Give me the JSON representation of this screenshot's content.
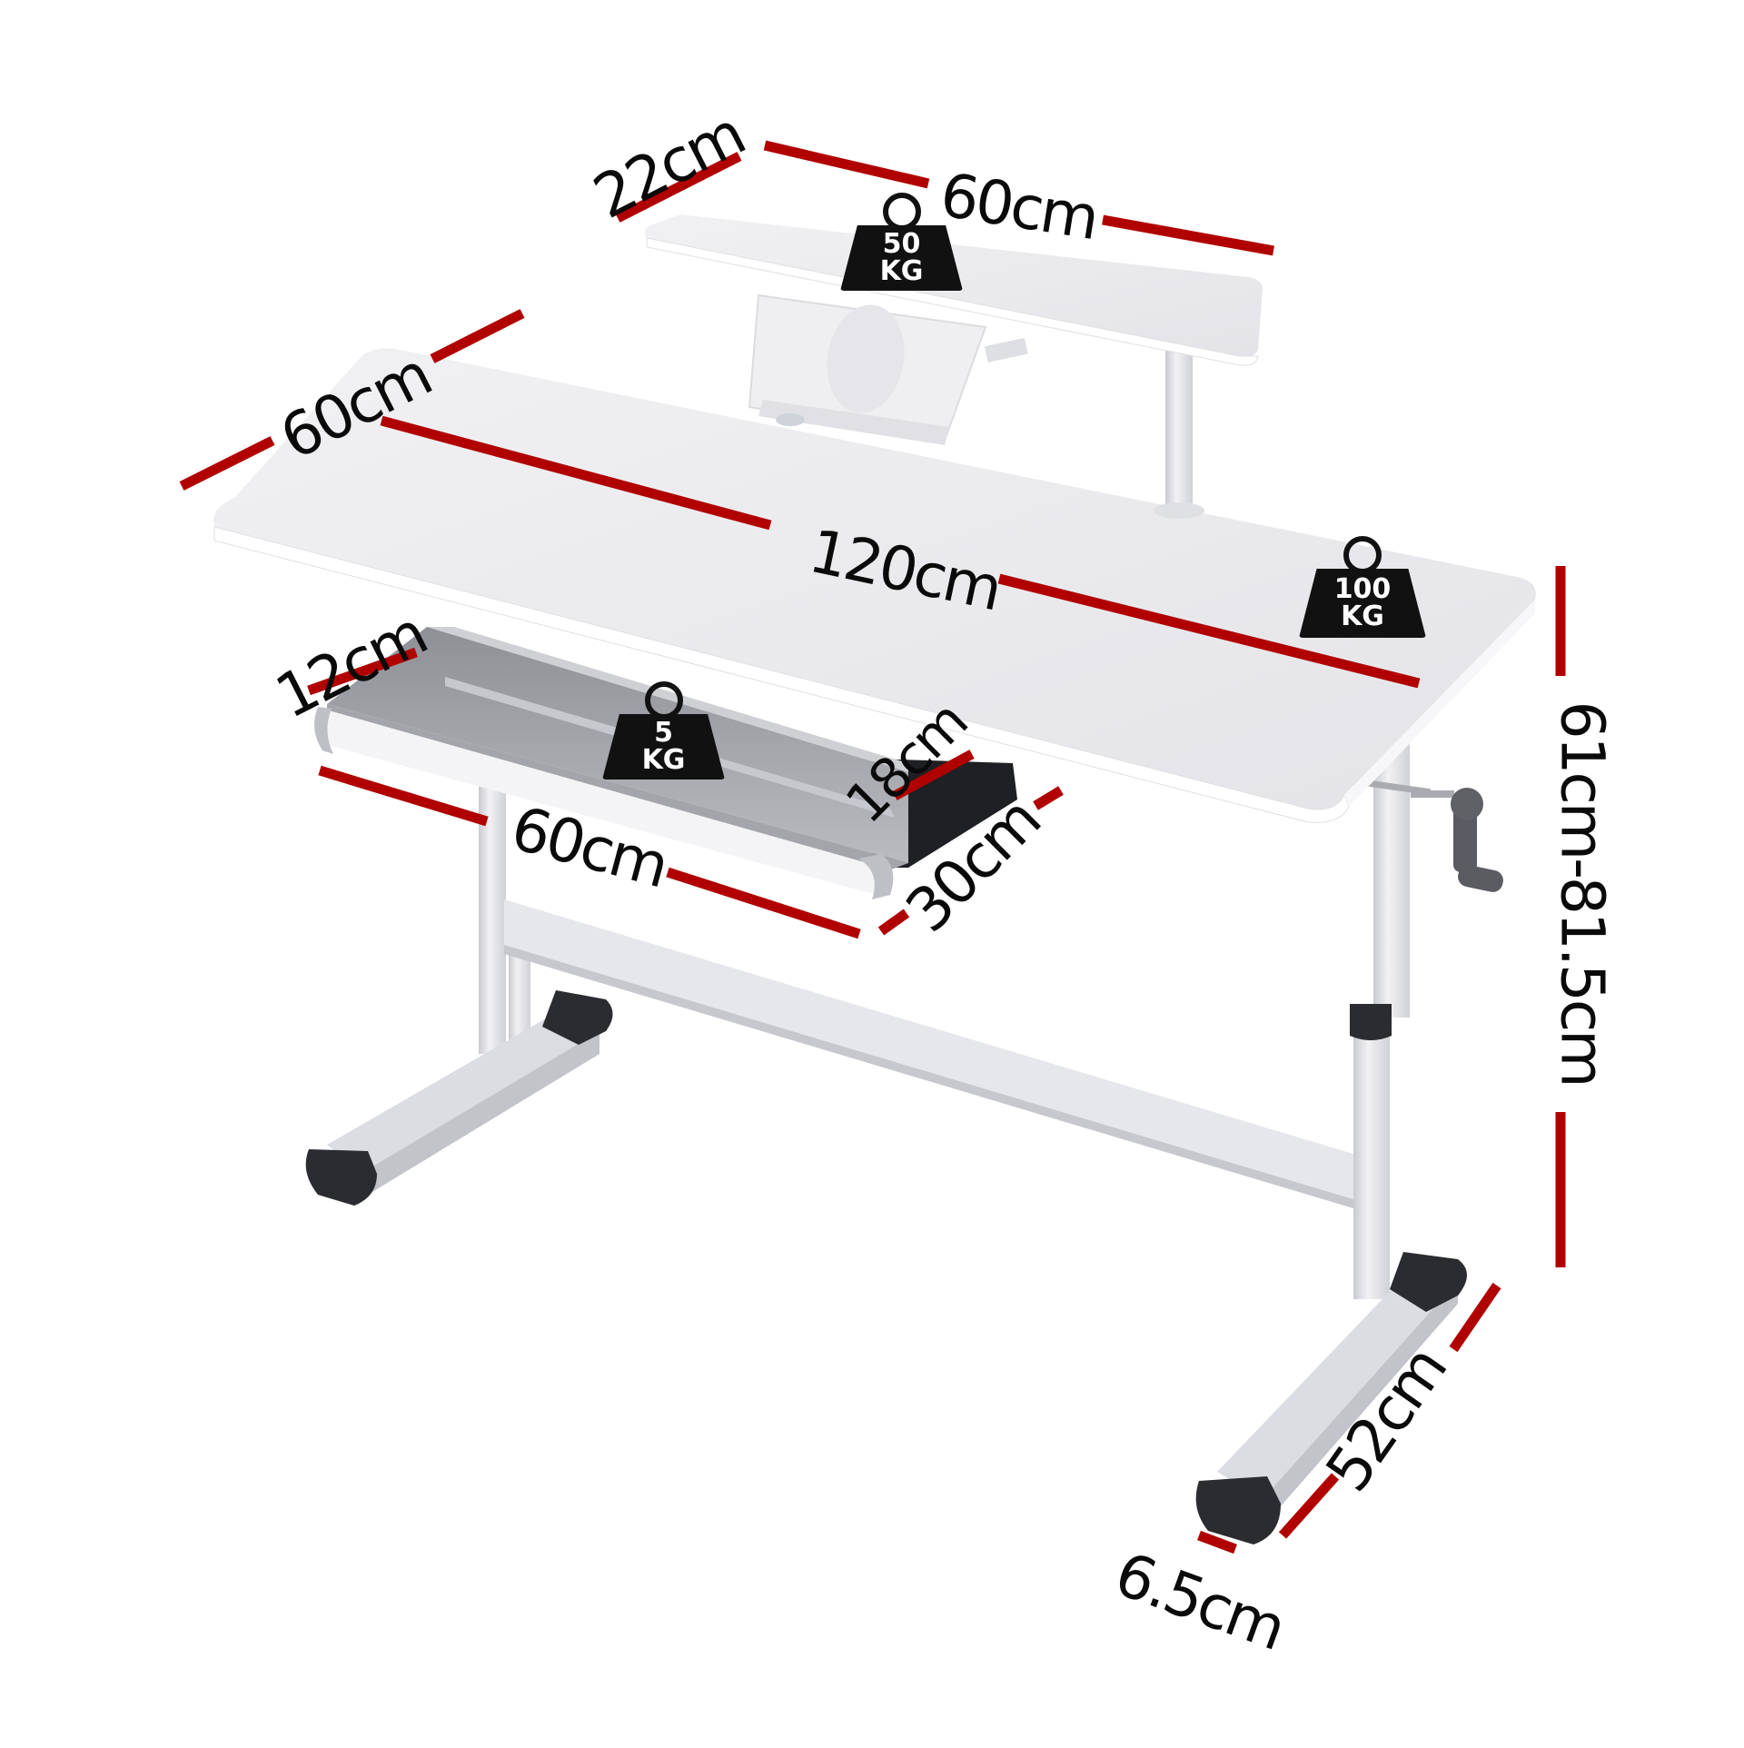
{
  "product": "White height-adjustable desk with monitor shelf, tablet holder and drawer",
  "colors": {
    "dimension_line": "#b00000",
    "text": "#0a0a0a",
    "surface": "#e9e9ec",
    "frame": "#dedfe3",
    "rubber": "#2b2c30",
    "weight_icon": "#111111"
  },
  "dimensions": {
    "shelf_depth": "22cm",
    "shelf_width": "60cm",
    "desk_depth": "60cm",
    "desk_width": "120cm",
    "drawer_height": "12cm",
    "drawer_inner": "18cm",
    "drawer_width": "60cm",
    "drawer_depth": "30cm",
    "height_range": "61cm-81.5cm",
    "foot_length": "52cm",
    "foot_width": "6.5cm"
  },
  "load_badges": {
    "shelf": {
      "value": "50",
      "unit": "KG"
    },
    "desk": {
      "value": "100",
      "unit": "KG"
    },
    "drawer": {
      "value": "5",
      "unit": "KG"
    }
  }
}
